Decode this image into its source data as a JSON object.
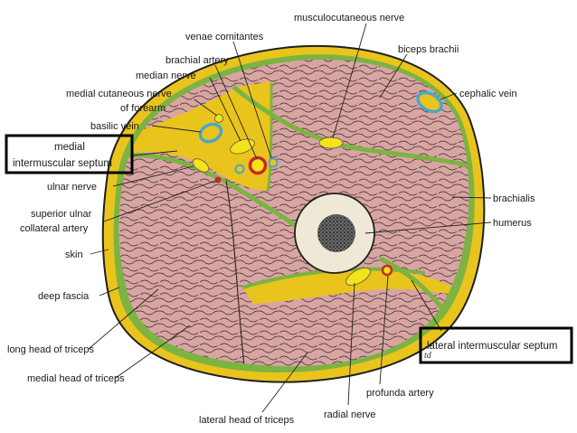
{
  "colors": {
    "background": "#ffffff",
    "skin_outline": "#1f1f1f",
    "fat_layer": "#e9c41d",
    "fascia": "#7cb342",
    "muscle": "#d8a5a3",
    "muscle_texture": "#3a2a2a",
    "bone": "#efe8d6",
    "marrow": "#333333",
    "nerve": "#f4e21a",
    "artery": "#c62828",
    "vein": "#4aa7c8",
    "highlight_box": "#000000"
  },
  "labels": {
    "venae_comitantes": "venae comitantes",
    "musculocutaneous_nerve": "musculocutaneous nerve",
    "brachial_artery": "brachial artery",
    "biceps_brachii": "biceps brachii",
    "median_nerve": "median nerve",
    "cephalic_vein": "cephalic vein",
    "medial_cutaneous_nerve_line1": "medial cutaneous nerve",
    "medial_cutaneous_nerve_line2": "of forearm",
    "basilic_vein": "basilic vein",
    "medial_intermuscular_septum_line1": "medial",
    "medial_intermuscular_septum_line2": "intermuscular septum",
    "ulnar_nerve": "ulnar nerve",
    "brachialis": "brachialis",
    "superior_ulnar_collateral_line1": "superior ulnar",
    "superior_ulnar_collateral_line2": "collateral artery",
    "humerus": "humerus",
    "skin": "skin",
    "deep_fascia": "deep fascia",
    "lateral_intermuscular_septum": "lateral intermuscular septum",
    "long_head_triceps": "long head of triceps",
    "medial_head_triceps": "medial head of triceps",
    "profunda_artery": "profunda artery",
    "lateral_head_triceps": "lateral head of triceps",
    "radial_nerve": "radial nerve",
    "signature": "td"
  }
}
